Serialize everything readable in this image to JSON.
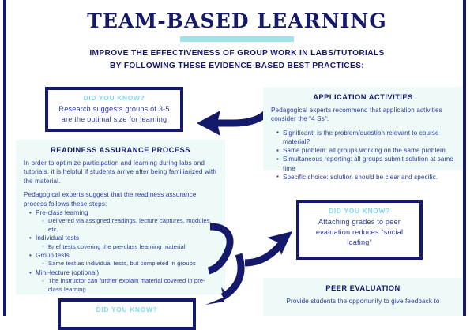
{
  "header": {
    "title": "TEAM-BASED LEARNING",
    "subtitle_line1": "IMPROVE THE EFFECTIVENESS OF GROUP WORK IN LABS/TUTORIALS",
    "subtitle_line2": "BY FOLLOWING THESE EVIDENCE-BASED BEST PRACTICES:"
  },
  "colors": {
    "navy": "#15196b",
    "body_blue": "#2b3a9c",
    "teal_accent": "#9fe2e8",
    "dyk_label_teal": "#7fdbe4",
    "panel_bg": "#eefaf8"
  },
  "callouts": {
    "group_size": {
      "label": "DID YOU KNOW?",
      "line1": "Research suggests groups of 3-5",
      "line2": "are the optimal size for learning"
    },
    "peer_grades": {
      "label": "DID YOU KNOW?",
      "line1": "Attaching grades to peer",
      "line2": "evaluation reduces “social",
      "line3": "loafing”"
    },
    "bottom_partial": {
      "label": "DID YOU KNOW?"
    }
  },
  "readiness": {
    "title": "READINESS ASSURANCE PROCESS",
    "para1": "In order to optimize participation and learning during labs and tutorials, it is helpful if students arrive after being familiarized with the material.",
    "para2": "Pedagogical experts suggest that the readiness assurance process follows these steps:",
    "steps": [
      {
        "label": "Pre-class learning",
        "sub": [
          "Delivered via assigned readings, lecture captures, modules, etc."
        ]
      },
      {
        "label": "Individual tests",
        "sub": [
          "Brief tests covering the pre-class learning material"
        ]
      },
      {
        "label": "Group tests",
        "sub": [
          "Same test as individual tests, but completed in groups"
        ]
      },
      {
        "label": "Mini-lecture (optional)",
        "sub": [
          "The instructor can further explain material covered in pre-class learning"
        ]
      }
    ]
  },
  "application": {
    "title": "APPLICATION ACTIVITIES",
    "intro": "Pedagogical experts recommend that application activities consider the “4 Ss”:",
    "items": [
      "Significant: is the problem/question relevant to course material?",
      "Same problem: all groups working on the same problem",
      "Simultaneous reporting: all groups submit solution at same time",
      "Specific choice: solution should be clear and specific."
    ]
  },
  "peer_evaluation": {
    "title": "PEER EVALUATION",
    "body": "Provide students the opportunity to give feedback to"
  },
  "arrows": [
    {
      "name": "arrow-to-group-size-callout",
      "direction": "left"
    },
    {
      "name": "arrow-to-peer-grades-callout",
      "direction": "up-right"
    },
    {
      "name": "arrow-to-bottom-callout",
      "direction": "down-left"
    }
  ]
}
